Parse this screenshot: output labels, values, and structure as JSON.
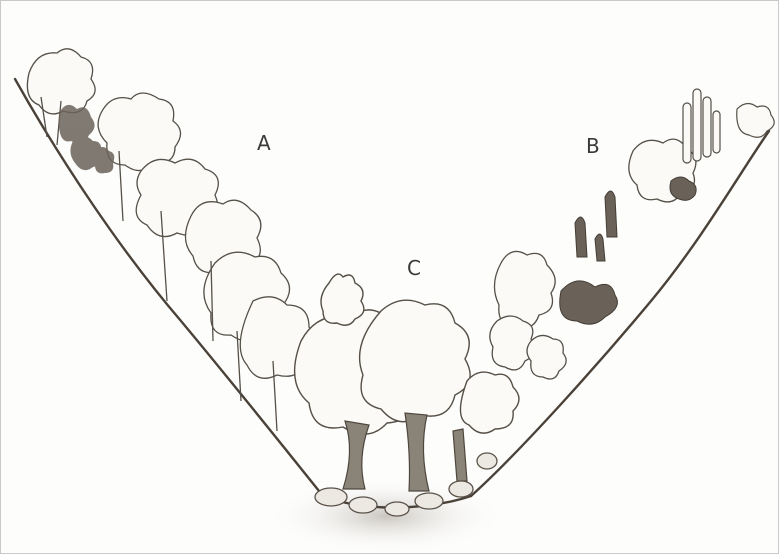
{
  "figure": {
    "zone_labels": {
      "a": "A",
      "b": "B",
      "c": "C"
    }
  }
}
